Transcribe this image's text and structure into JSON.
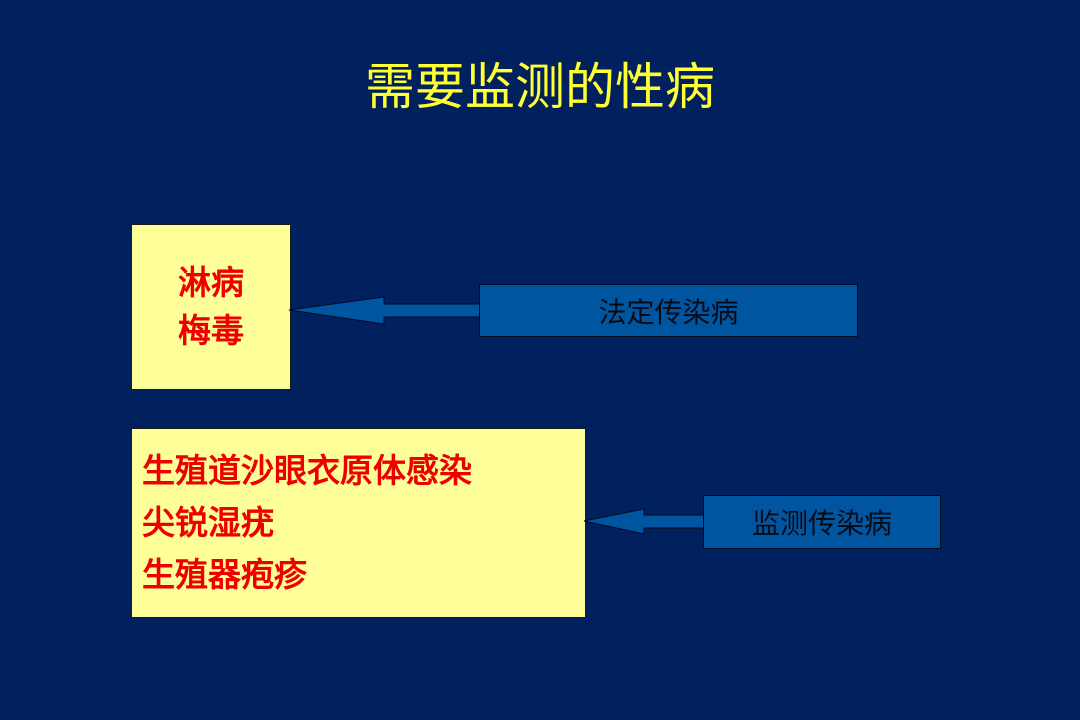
{
  "title": "需要监测的性病",
  "groups": [
    {
      "diseases": [
        "淋病",
        "梅毒"
      ],
      "category": "法定传染病"
    },
    {
      "diseases": [
        "生殖道沙眼衣原体感染",
        "尖锐湿疣",
        "生殖器疱疹"
      ],
      "category": "监测传染病"
    }
  ],
  "colors": {
    "background": "#00215e",
    "title": "#ffff33",
    "box_fill": "#ffff99",
    "disease_text": "#ee0000",
    "label_fill": "#0055a0"
  }
}
